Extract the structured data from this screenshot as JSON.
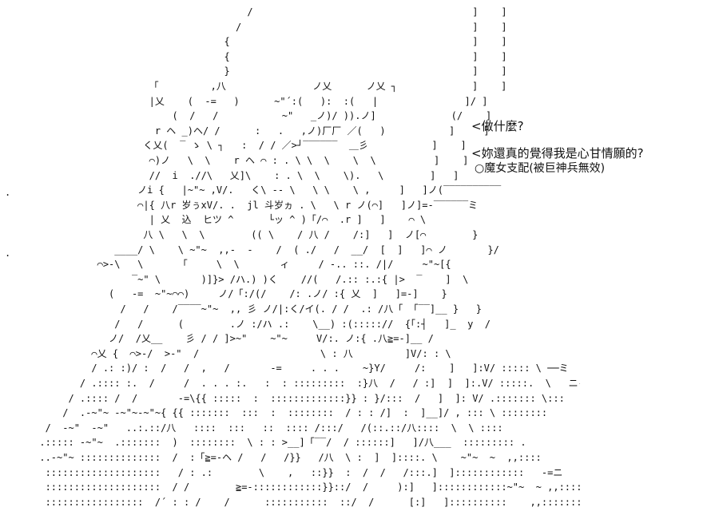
{
  "dialogue": {
    "line1": "<做什麼?",
    "line2": "<妳還真的覺得我是心甘情願的?",
    "note": "○魔女支配(被巨神兵無效)"
  },
  "edge_marks": {
    "dot": "."
  },
  "ascii_art": [
    "                                          /                                      ]    ]",
    "                                        /                                        ]    ]",
    "                                      {                                          ]    ]",
    "                                      {                                          ]    ]",
    "                                      }                                          ]    ]",
    "                         「         ,八               ノ乂      ノ乂 ┐             ]    ]",
    "                         |乂    (  -=   )      ~\"´:(   ):  :(   |               ]/ ]",
    "                             (  /   /           ~\"   _ノ)/ )).ノ]             (/    ]",
    "                          r ヘ _)ヘ/ /      :   .   ,ノ)厂厂 ／(   )           ]     ]",
    "                        く乂(  ‾ ゝ \\ ┐   :  / / ／>┘‾‾‾‾‾‾  ＿彡           ]    ]",
    "                         ⌒)ノ   \\  \\    r ヘ ⌒ : . \\ \\  \\    \\  \\          ]    ]",
    "                         //  i  .//\\   乂]\\    : . \\  \\    \\).   \\        ]   ]",
    "                       ノi {   |~\"~ ,V/.   く\\ -- \\   \\ \\    \\ ,     ]   ]ノ(‾‾‾‾‾‾‾‾‾‾",
    "                       ⌒|{ 八r 岁ぅxV/. .  jl 斗岁ヵ . \\   \\ r ノ(⌒]   ]ノ]=-‾‾‾‾‾‾ミ",
    "                         | 乂  込  ヒツ ^      └ッ ^ )「/⌒  .r ]   ]    ⌒ \\",
    "                        八 \\   \\  \\        (( \\    / 八 /    /:]   ]  ノ[⌒        }",
    "                   ____/ \\    \\ ~\"~  ,,-  -    /  ( ./   /  __/  [  ]   ]⌒ ノ       }/",
    "                ⌒>‐\\   \\      「     \\  \\       ィ     / -.. ::. /|/     ~\"~[{",
    "                      ‾~\" \\       )]}> /ハ.) )く    //(   /.:: :.:{ |>  ‾    ]  \\",
    "                  (   -=  ~\"~⌒⌒)     ノ/「:/(/    /: .ノ/ :{ 乂  ]   ]=-]    }",
    "                    /   /    /‾‾‾‾~\"~  ,, 彡 ノ/|:く/イ(. / /  .: /八「 「‾‾]__ }   }",
    "                   /   /      (        .ノ :/ハ .:    \\__) :(::::://  {「:┤   ]_  y  /",
    "                  ノ/  /乂__    彡 / / ]>~\"    ~\"~     V/:. ノ:{ .八≧=-]__ /",
    "               ⌒乂 {  ⌒>‐/  >‐\"  /                     \\ : 八         ]V/: : \\",
    "               / .: :)/ :  /   /  ,   /       -=     . . .    ~}Y/     /:    ]   ]:V/ ::::: \\ ──ミ",
    "             / .:::: :.  /     /  . . . :.   :  : :::::::::  :}八  /   / :]  ]  ]:.V/ :::::.  \\   ニ-",
    "           / .:::: /  /       -=\\{{ :::::  :  :::::::::::::}} : }/:::  /   ]  ]: V/ .::::::: \\:::",
    "          /  .-~\"~ -~\"~-~\"~{ {{ :::::::  :::  :  ::::::::  / : : /]  :  ]__]/ , ::: \\ ::::::::",
    "       /  -~\"  -~\"   ..:.::/八   ::::  :::   ::  :::: /:::/   /(::.::/八::::  \\  \\ ::::",
    "      .::::: -~\"~  .:::::::  )  ::::::::  \\ : : >__]「‾‾/  / ::::::]   ]/八___  ::::::::: .",
    "      ..-~\"~ ::::::::::::::  /  :「≧=-ヘ /   /   /}}   /八  \\ :  ]  ]::::. \\    ~\"~  ~  ,,::::",
    "       ::::::::::::::::::::   / : .:        \\    ,   ::}}  :  /  /   /:::.]  ]::::::::::::   -=ニ",
    "       ::::::::::::::::::::  / /        ≧=-::::::::::::}}::/  /     ):]   ]::::::::::::~\"~  ~ ,,::::::",
    "       :::::::::::::::::  /´ : : /    /      :::::::::::  ::/  /      [:]   ]::::::::::    ,,::::::::"
  ]
}
